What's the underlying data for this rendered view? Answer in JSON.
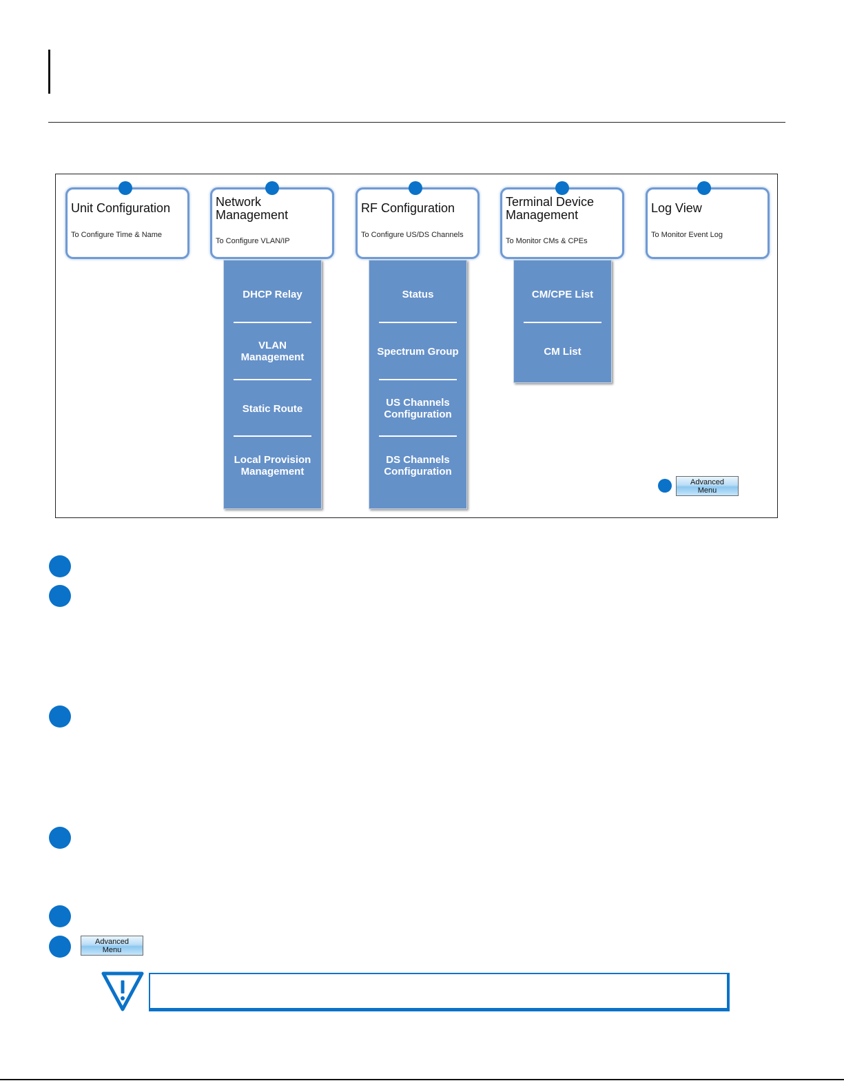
{
  "diagram": {
    "cards": [
      {
        "title": "Unit Configuration",
        "subtitle": "To Configure Time & Name"
      },
      {
        "title": "Network Management",
        "subtitle": "To Configure VLAN/IP"
      },
      {
        "title": "RF Configuration",
        "subtitle": "To Configure US/DS Channels"
      },
      {
        "title": "Terminal Device Management",
        "subtitle": "To Monitor CMs & CPEs"
      },
      {
        "title": "Log View",
        "subtitle": "To Monitor Event Log"
      }
    ],
    "network_menu": [
      "DHCP Relay",
      "VLAN Management",
      "Static Route",
      "Local Provision Management"
    ],
    "rf_menu": [
      "Status",
      "Spectrum Group",
      "US Channels Configuration",
      "DS Channels Configuration"
    ],
    "terminal_menu": [
      "CM/CPE List",
      "CM List"
    ],
    "advanced_button": {
      "line1": "Advanced",
      "line2": "Menu"
    }
  },
  "notes": {
    "advanced_button": {
      "line1": "Advanced",
      "line2": "Menu"
    }
  },
  "colors": {
    "accent": "#0a72c9",
    "menu_fill": "#6591c9",
    "card_border": "#6f9ad3"
  },
  "icons": {
    "caution": "caution-triangle-icon"
  }
}
